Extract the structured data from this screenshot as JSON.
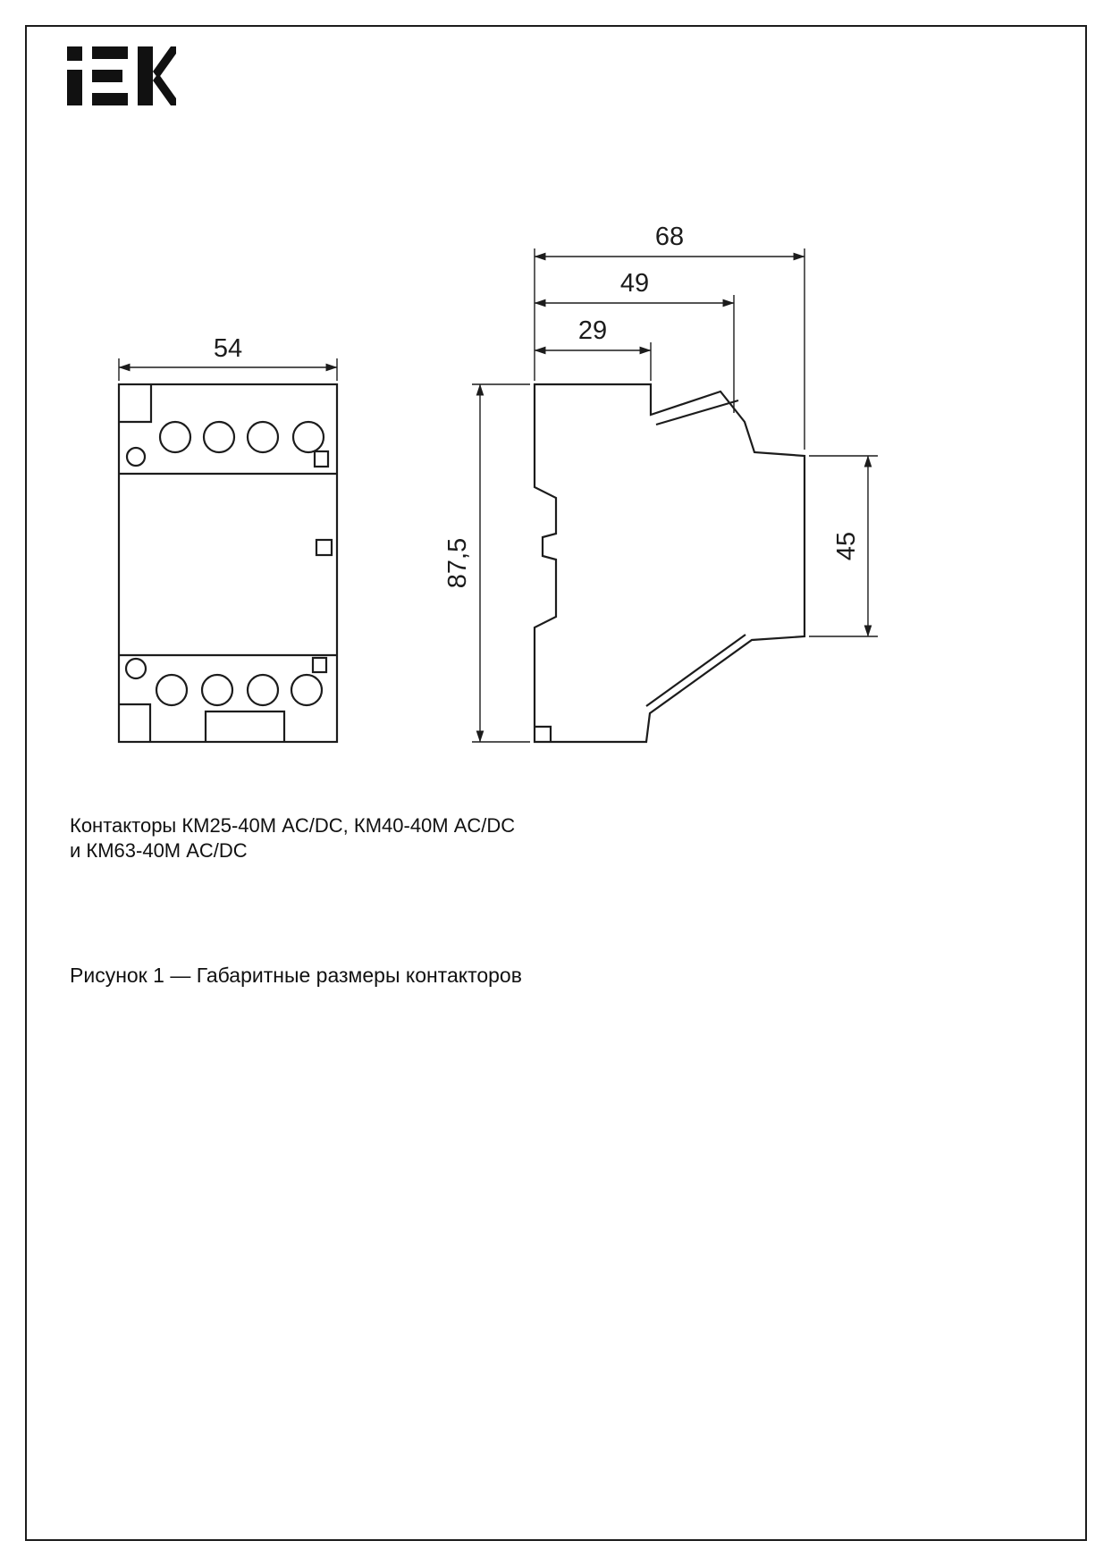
{
  "brand": {
    "name": "IEK"
  },
  "figure": {
    "product_caption_line1": "Контакторы КМ25-40М AC/DC, КМ40-40М AC/DC",
    "product_caption_line2": "и КМ63-40М AC/DC",
    "figure_caption": "Рисунок 1 — Габаритные размеры контакторов"
  },
  "dimensions": {
    "front_width": "54",
    "total_depth": "68",
    "mid_depth": "49",
    "top_depth": "29",
    "height": "87,5",
    "front_face_height": "45"
  },
  "colors": {
    "line": "#1c1c1c",
    "background": "#ffffff"
  }
}
